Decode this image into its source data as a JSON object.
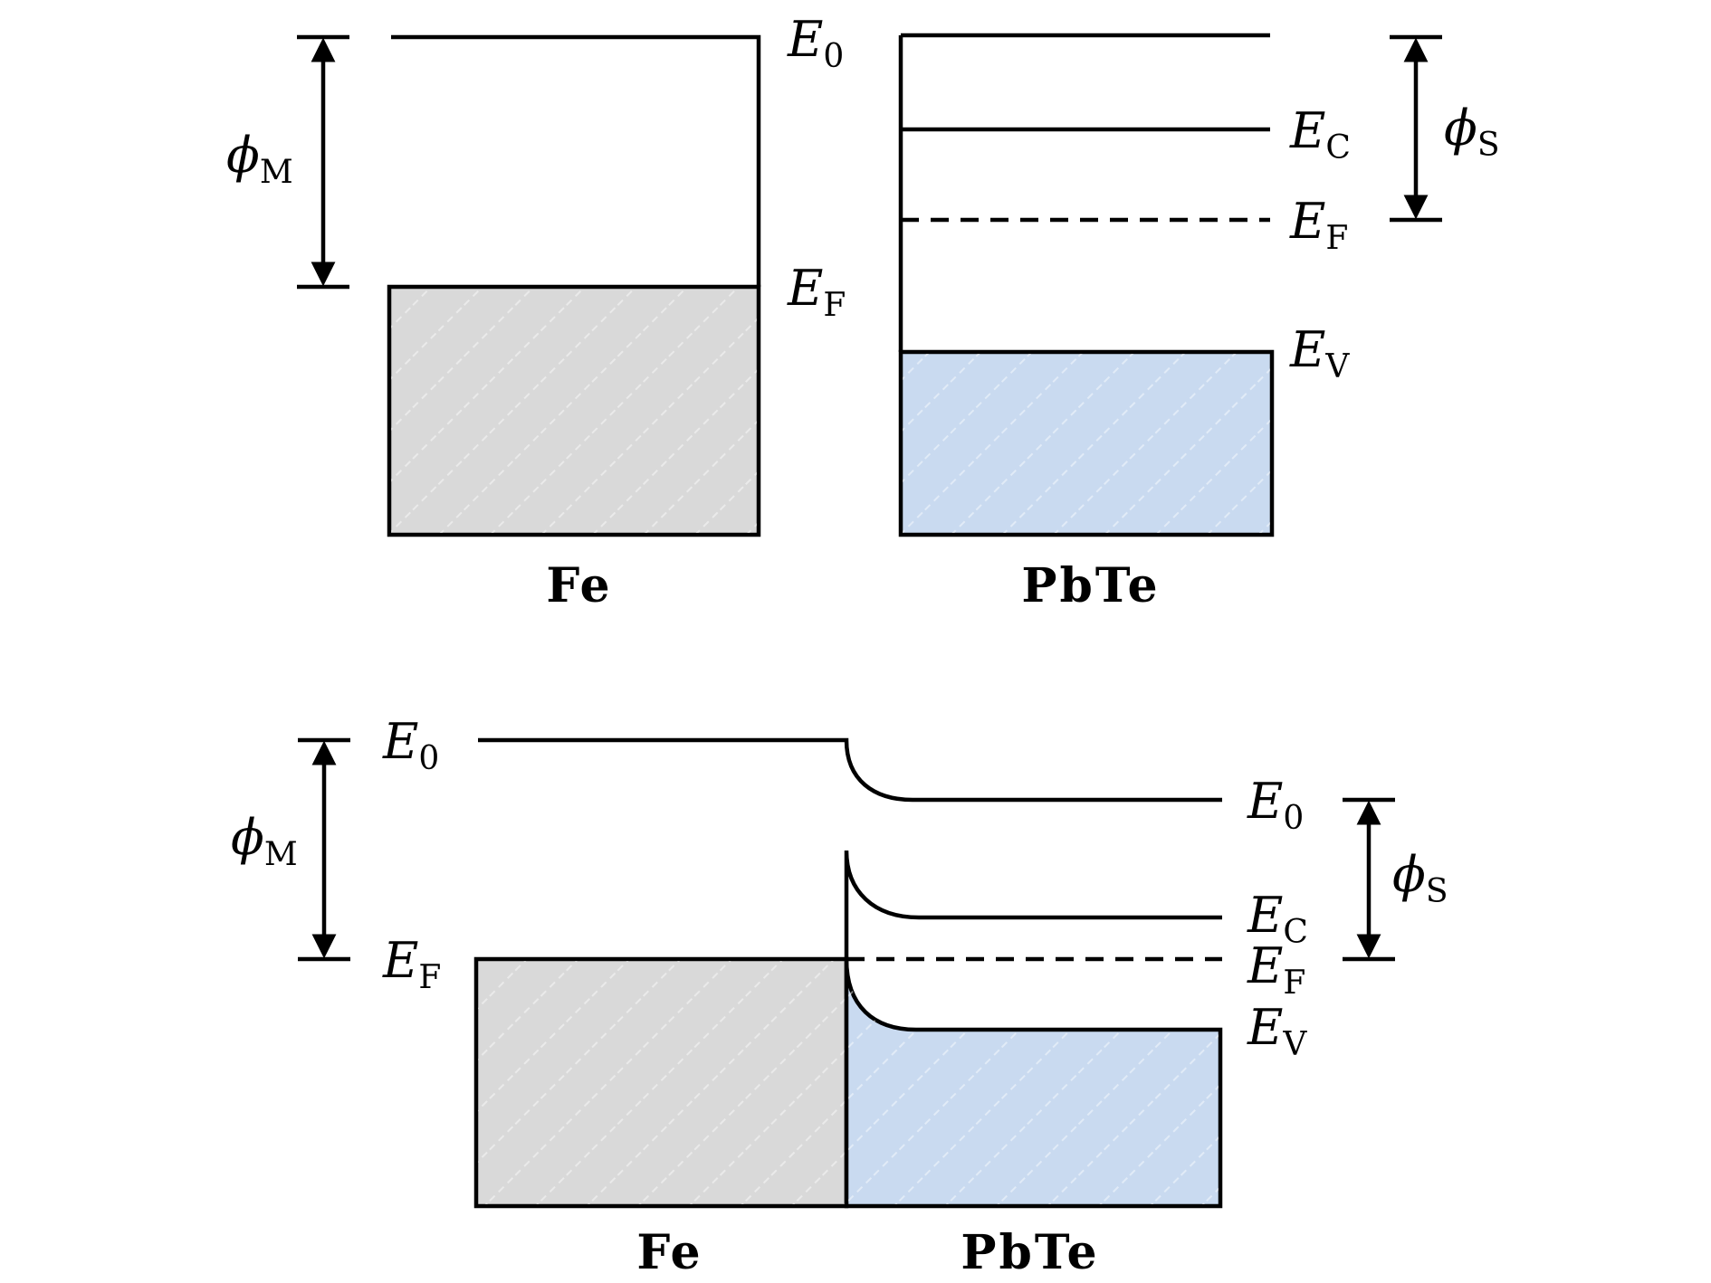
{
  "colors": {
    "metal_fill": "#d9d9d9",
    "semiconductor_fill": "#c9daf0",
    "hatch": "#ffffff",
    "line": "#000000"
  },
  "top": {
    "metal": {
      "material": "Fe",
      "e0": {
        "sym": "E",
        "sub": "0"
      },
      "ef": {
        "sym": "E",
        "sub": "F"
      },
      "phi": {
        "sym": "ϕ",
        "sub": "M"
      }
    },
    "semiconductor": {
      "material": "PbTe",
      "ec": {
        "sym": "E",
        "sub": "C"
      },
      "ef": {
        "sym": "E",
        "sub": "F"
      },
      "ev": {
        "sym": "E",
        "sub": "V"
      },
      "phi": {
        "sym": "ϕ",
        "sub": "S"
      }
    }
  },
  "bottom": {
    "metal": {
      "material": "Fe",
      "e0": {
        "sym": "E",
        "sub": "0"
      },
      "ef": {
        "sym": "E",
        "sub": "F"
      },
      "phi": {
        "sym": "ϕ",
        "sub": "M"
      }
    },
    "semiconductor": {
      "material": "PbTe",
      "e0": {
        "sym": "E",
        "sub": "0"
      },
      "ec": {
        "sym": "E",
        "sub": "C"
      },
      "ef": {
        "sym": "E",
        "sub": "F"
      },
      "ev": {
        "sym": "E",
        "sub": "V"
      },
      "phi": {
        "sym": "ϕ",
        "sub": "S"
      }
    }
  }
}
